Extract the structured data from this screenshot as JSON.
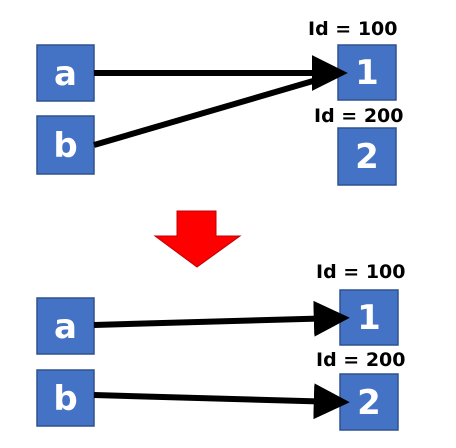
{
  "colors": {
    "box_fill": "#4472C4",
    "box_stroke": "#2F528F",
    "arrow_red": "#FF0000",
    "arrow_black": "#000000"
  },
  "before": {
    "nodes": {
      "a": "a",
      "b": "b",
      "one": "1",
      "two": "2"
    },
    "labels": {
      "id_100": "Id = 100",
      "id_200": "Id = 200"
    }
  },
  "after": {
    "nodes": {
      "a": "a",
      "b": "b",
      "one": "1",
      "two": "2"
    },
    "labels": {
      "id_100": "Id = 100",
      "id_200": "Id = 200"
    }
  },
  "transition_icon": "down-arrow-icon"
}
